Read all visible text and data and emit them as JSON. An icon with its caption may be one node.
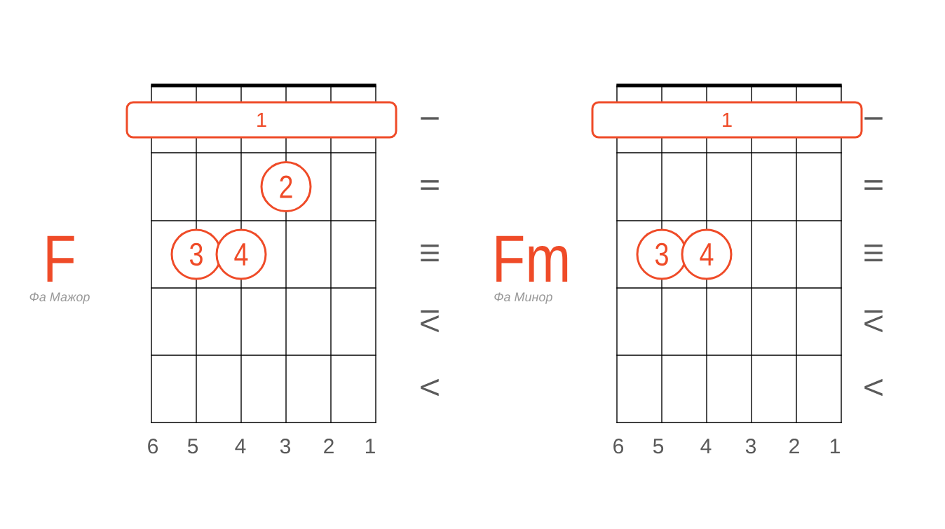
{
  "diagram": {
    "nodes": [
      {
        "text": [
          "1"
        ]
      },
      {
        "text": [
          "2"
        ]
      },
      {
        "text": [
          "3"
        ]
      },
      {
        "text": [
          "4"
        ]
      },
      {
        "text": [
          "1"
        ]
      },
      {
        "text": [
          "3"
        ]
      },
      {
        "text": [
          "4"
        ]
      }
    ],
    "labels": [
      "F",
      "Фа Мажор",
      "I",
      "II",
      "III",
      "IV",
      "V",
      "6",
      "5",
      "4",
      "3",
      "2",
      "1",
      "Fm",
      "Фа Минор",
      "I",
      "II",
      "III",
      "IV",
      "V",
      "6",
      "5",
      "4",
      "3",
      "2",
      "1"
    ]
  }
}
